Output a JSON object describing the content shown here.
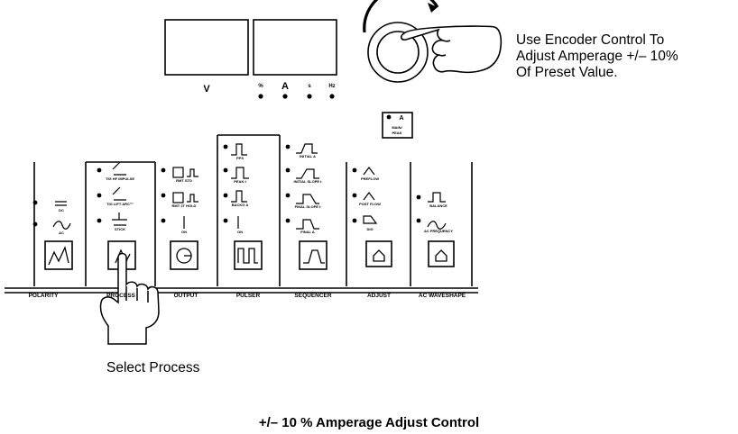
{
  "callouts": {
    "encoder_line1": "Use Encoder Control To",
    "encoder_line2": "Adjust Amperage +/– 10%",
    "encoder_line3": "Of Preset Value.",
    "select_process": "Select Process"
  },
  "caption": "+/–  10 % Amperage Adjust Control",
  "displays": {
    "voltage_unit": "V",
    "amp_units": [
      "%",
      "A",
      "s",
      "Hz"
    ]
  },
  "main_peak": {
    "unit": "A",
    "line1": "MAIN/",
    "line2": "PEAK"
  },
  "sections": {
    "polarity": {
      "label": "POLARITY",
      "items": [
        "DC",
        "AC"
      ]
    },
    "process": {
      "label": "PROCESS",
      "items": [
        "TIG HF IMPULSE",
        "TIG LIFT ARC™",
        "STICK"
      ]
    },
    "output": {
      "label": "OUTPUT",
      "items": [
        "RMT STD",
        "RMT 2T HOLD",
        "ON"
      ]
    },
    "pulser": {
      "label": "PULSER",
      "items": [
        "PPS",
        "PEAK t",
        "BACKG A",
        "ON"
      ]
    },
    "sequencer": {
      "label": "SEQUENCER",
      "items": [
        "INITIAL A",
        "INITIAL SLOPE t",
        "FINAL SLOPE t",
        "FINAL A"
      ]
    },
    "adjust": {
      "label": "ADJUST",
      "items": [
        "PREFLOW",
        "POST FLOW",
        "DIG"
      ]
    },
    "ac_waveshape": {
      "label": "AC WAVESHAPE",
      "items": [
        "BALANCE",
        "AC FREQUENCY"
      ]
    }
  }
}
